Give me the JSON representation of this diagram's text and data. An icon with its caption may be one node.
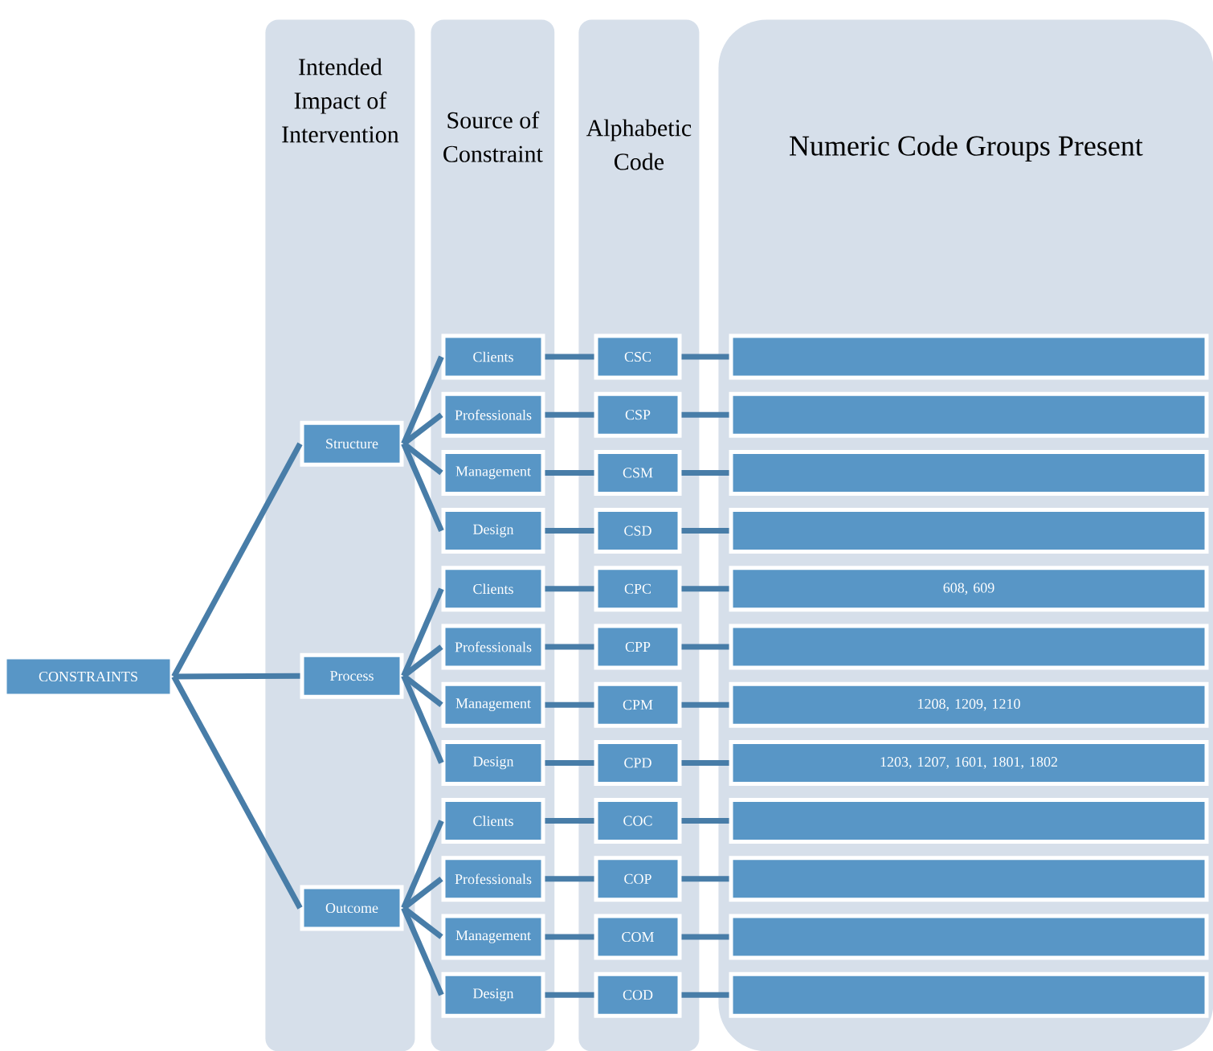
{
  "diagram": {
    "nodes": [
      {
        "text": [
          "Intended Impact of Intervention"
        ]
      },
      {
        "text": [
          "Source of Constraint"
        ]
      },
      {
        "text": [
          "Alphabetic Code"
        ]
      },
      {
        "text": [
          "Numeric Code Groups Present"
        ]
      },
      {
        "text": [
          "CONSTRAINTS"
        ]
      },
      {
        "text": [
          "Structure"
        ],
        "in": 0
      },
      {
        "text": [
          "Process"
        ],
        "in": 0
      },
      {
        "text": [
          "Outcome"
        ],
        "in": 0
      },
      {
        "text": [
          "Clients"
        ],
        "in": 1
      },
      {
        "text": [
          "Professionals"
        ],
        "in": 1
      },
      {
        "text": [
          "Management"
        ],
        "in": 1
      },
      {
        "text": [
          "Design"
        ],
        "in": 1
      },
      {
        "text": [
          "Clients"
        ],
        "in": 1
      },
      {
        "text": [
          "Professionals"
        ],
        "in": 1
      },
      {
        "text": [
          "Management"
        ],
        "in": 1
      },
      {
        "text": [
          "Design"
        ],
        "in": 1
      },
      {
        "text": [
          "Clients"
        ],
        "in": 1
      },
      {
        "text": [
          "Professionals"
        ],
        "in": 1
      },
      {
        "text": [
          "Management"
        ],
        "in": 1
      },
      {
        "text": [
          "Design"
        ],
        "in": 1
      },
      {
        "text": [
          "CSC"
        ],
        "in": 2
      },
      {
        "text": [
          "CSP"
        ],
        "in": 2
      },
      {
        "text": [
          "CSM"
        ],
        "in": 2
      },
      {
        "text": [
          "CSD"
        ],
        "in": 2
      },
      {
        "text": [
          "CPC"
        ],
        "in": 2
      },
      {
        "text": [
          "CPP"
        ],
        "in": 2
      },
      {
        "text": [
          "CPM"
        ],
        "in": 2
      },
      {
        "text": [
          "CPD"
        ],
        "in": 2
      },
      {
        "text": [
          "COC"
        ],
        "in": 2
      },
      {
        "text": [
          "COP"
        ],
        "in": 2
      },
      {
        "text": [
          "COM"
        ],
        "in": 2
      },
      {
        "text": [
          "COD"
        ],
        "in": 2
      },
      {
        "text": [],
        "shape": "bar",
        "in": 3
      },
      {
        "text": [],
        "shape": "bar",
        "in": 3
      },
      {
        "text": [],
        "shape": "bar",
        "in": 3
      },
      {
        "text": [],
        "shape": "bar",
        "in": 3
      },
      {
        "text": [
          "608, 609"
        ],
        "in": 3
      },
      {
        "text": [],
        "shape": "bar",
        "in": 3
      },
      {
        "text": [
          "1208, 1209, 1210"
        ],
        "in": 3
      },
      {
        "text": [
          "1203, 1207, 1601, 1801, 1802"
        ],
        "in": 3
      },
      {
        "text": [],
        "shape": "bar",
        "in": 3
      },
      {
        "text": [],
        "shape": "bar",
        "in": 3
      },
      {
        "text": [],
        "shape": "bar",
        "in": 3
      },
      {
        "text": [],
        "shape": "bar",
        "in": 3
      }
    ],
    "edges": [
      {
        "from": 4,
        "to": 5,
        "arrow": "none"
      },
      {
        "from": 4,
        "to": 6,
        "arrow": "none"
      },
      {
        "from": 4,
        "to": 7,
        "arrow": "none"
      },
      {
        "from": 5,
        "to": 8,
        "arrow": "none"
      },
      {
        "from": 5,
        "to": 9,
        "arrow": "none"
      },
      {
        "from": 5,
        "to": 10,
        "arrow": "none"
      },
      {
        "from": 5,
        "to": 11,
        "arrow": "none"
      },
      {
        "from": 6,
        "to": 12,
        "arrow": "none"
      },
      {
        "from": 6,
        "to": 13,
        "arrow": "none"
      },
      {
        "from": 6,
        "to": 14,
        "arrow": "none"
      },
      {
        "from": 6,
        "to": 15,
        "arrow": "none"
      },
      {
        "from": 7,
        "to": 16,
        "arrow": "none"
      },
      {
        "from": 7,
        "to": 17,
        "arrow": "none"
      },
      {
        "from": 7,
        "to": 18,
        "arrow": "none"
      },
      {
        "from": 7,
        "to": 19,
        "arrow": "none"
      },
      {
        "from": 8,
        "to": 20,
        "arrow": "none"
      },
      {
        "from": 9,
        "to": 21,
        "arrow": "none"
      },
      {
        "from": 10,
        "to": 22,
        "arrow": "none"
      },
      {
        "from": 11,
        "to": 23,
        "arrow": "none"
      },
      {
        "from": 12,
        "to": 24,
        "arrow": "none"
      },
      {
        "from": 13,
        "to": 25,
        "arrow": "none"
      },
      {
        "from": 14,
        "to": 26,
        "arrow": "none"
      },
      {
        "from": 15,
        "to": 27,
        "arrow": "none"
      },
      {
        "from": 16,
        "to": 28,
        "arrow": "none"
      },
      {
        "from": 17,
        "to": 29,
        "arrow": "none"
      },
      {
        "from": 18,
        "to": 30,
        "arrow": "none"
      },
      {
        "from": 19,
        "to": 31,
        "arrow": "none"
      },
      {
        "from": 20,
        "to": 32,
        "arrow": "none"
      },
      {
        "from": 21,
        "to": 33,
        "arrow": "none"
      },
      {
        "from": 22,
        "to": 34,
        "arrow": "none"
      },
      {
        "from": 23,
        "to": 35,
        "arrow": "none"
      },
      {
        "from": 24,
        "to": 36,
        "arrow": "none"
      },
      {
        "from": 25,
        "to": 37,
        "arrow": "none"
      },
      {
        "from": 26,
        "to": 38,
        "arrow": "none"
      },
      {
        "from": 27,
        "to": 39,
        "arrow": "none"
      },
      {
        "from": 28,
        "to": 40,
        "arrow": "none"
      },
      {
        "from": 29,
        "to": 41,
        "arrow": "none"
      },
      {
        "from": 30,
        "to": 42,
        "arrow": "none"
      },
      {
        "from": 31,
        "to": 43,
        "arrow": "none"
      }
    ]
  }
}
